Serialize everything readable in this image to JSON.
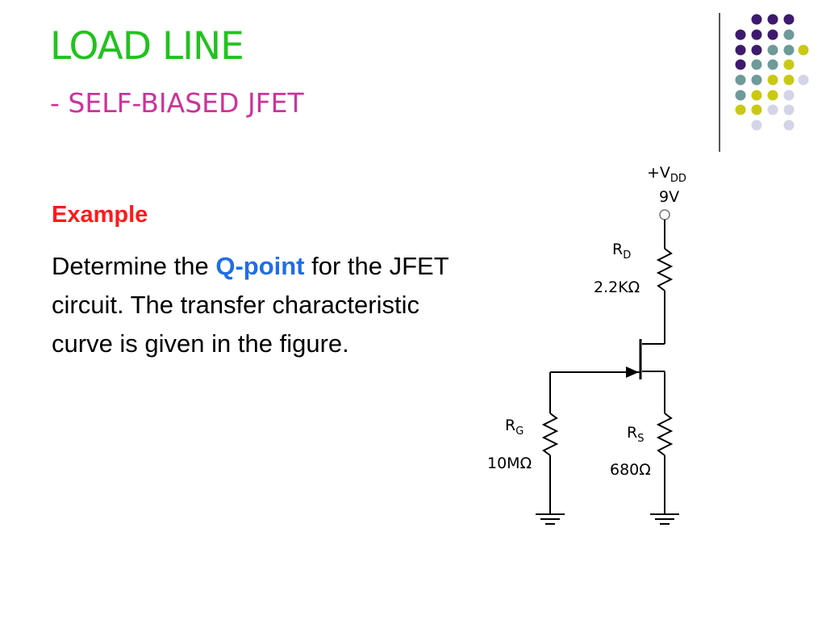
{
  "slide": {
    "title": "LOAD LINE",
    "subtitle": "- SELF-BIASED JFET",
    "example_heading": "Example",
    "body_before": "Determine the ",
    "body_highlight": "Q-point",
    "body_after": " for the JFET circuit. The transfer characteristic curve is given in the figure."
  },
  "circuit": {
    "vdd_label": "+V",
    "vdd_sub": "DD",
    "vdd_value": "9V",
    "rd_label": "R",
    "rd_sub": "D",
    "rd_value": "2.2KΩ",
    "rg_label": "R",
    "rg_sub": "G",
    "rg_value": "10MΩ",
    "rs_label": "R",
    "rs_sub": "S",
    "rs_value": "680Ω"
  },
  "colors": {
    "title": "#22c21e",
    "subtitle": "#cc3399",
    "example": "#ff1a1a",
    "highlight": "#1f6ee8",
    "dot_purple": "#3d1a6e",
    "dot_teal": "#6e9a9a",
    "dot_yellow": "#c9c914",
    "dot_lavender": "#d4d4e8"
  }
}
